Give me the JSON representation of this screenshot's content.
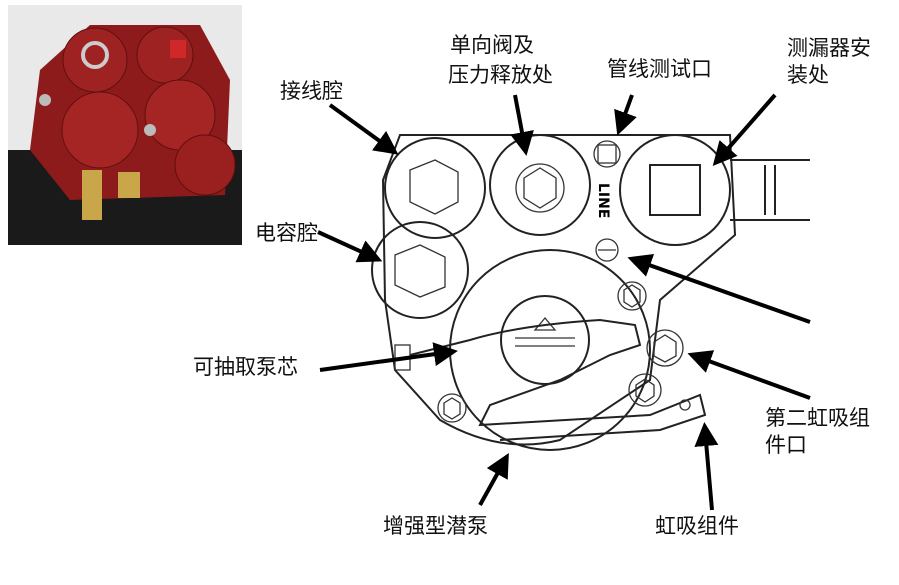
{
  "photo": {
    "description_icon": "submersible-pump-photo"
  },
  "diagram": {
    "line_marking": "LINE"
  },
  "labels": {
    "check_valve_line1": "单向阀及",
    "check_valve_line2": "压力释放处",
    "line_test_port": "管线测试口",
    "leak_detector_line1": "测漏器安",
    "leak_detector_line2": "装处",
    "wiring_cavity": "接线腔",
    "capacitor_cavity": "电容腔",
    "extractable_pump": "可抽取泵芯",
    "second_siphon_line1": "第二虹吸组",
    "second_siphon_line2": "件口",
    "enhanced_pump": "增强型潜泵",
    "siphon_assembly": "虹吸组件"
  },
  "colors": {
    "pump_red": "#8e1b1b",
    "base_black": "#1a1a1a",
    "brass": "#c9a64a"
  }
}
